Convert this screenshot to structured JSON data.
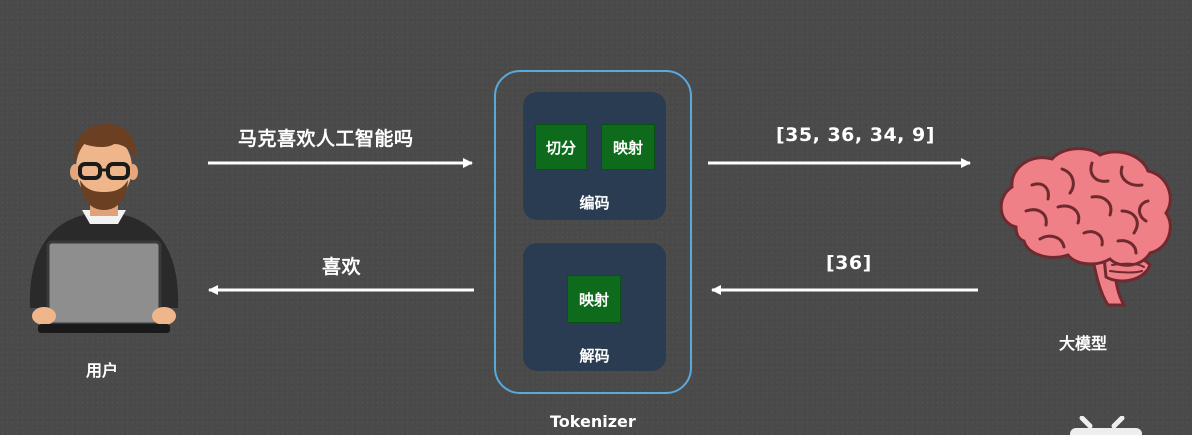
{
  "user": {
    "label": "用户",
    "icon": "user-with-laptop-icon"
  },
  "model": {
    "label": "大模型",
    "icon": "brain-icon"
  },
  "tokenizer": {
    "label": "Tokenizer",
    "frame_color": "#5aa8dc",
    "encode": {
      "label": "编码",
      "chips": [
        "切分",
        "映射"
      ]
    },
    "decode": {
      "label": "解码",
      "chips": [
        "映射"
      ]
    }
  },
  "flows": {
    "user_to_tokenizer": "马克喜欢人工智能吗",
    "tokenizer_to_model": "[35, 36, 34, 9]",
    "model_to_tokenizer": "[36]",
    "tokenizer_to_user": "喜欢"
  },
  "colors": {
    "background": "#4a4a4a",
    "panel": "#293c52",
    "chip": "#0e6b1b",
    "brain": "#f08088"
  }
}
